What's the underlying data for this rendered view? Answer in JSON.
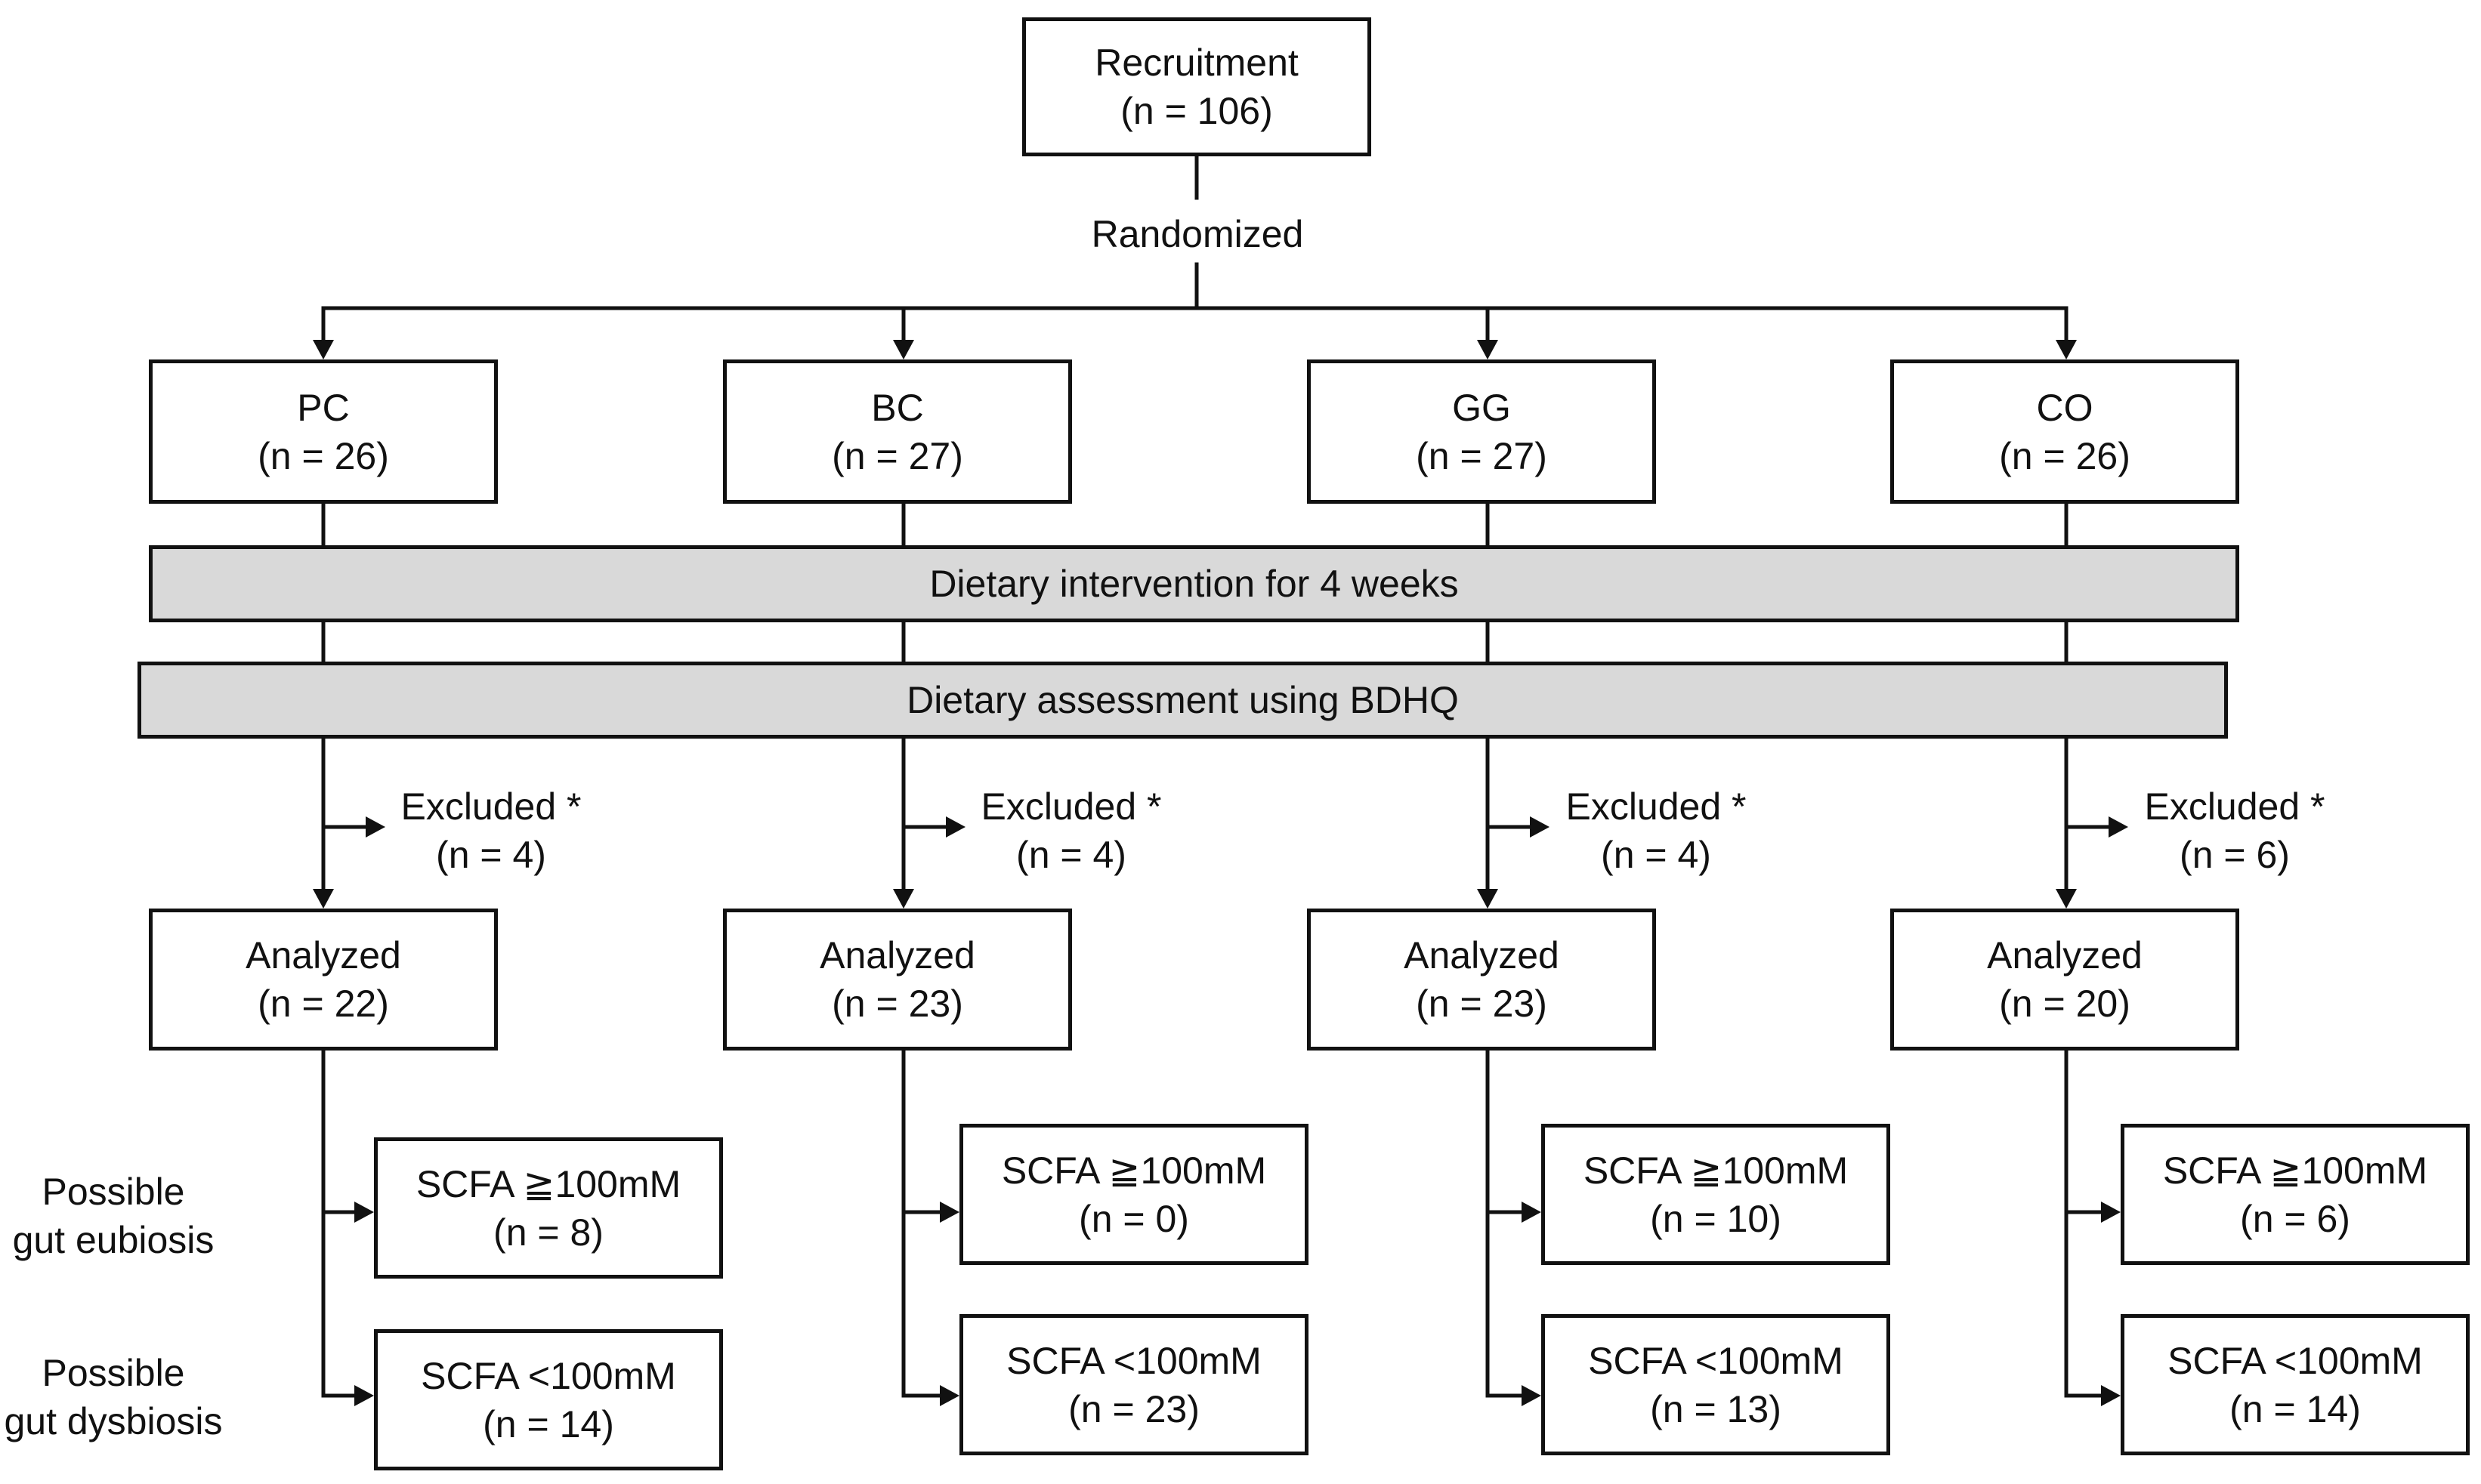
{
  "recruitment": {
    "title": "Recruitment",
    "n": "(n = 106)"
  },
  "randomized_label": "Randomized",
  "intervention_label": "Dietary intervention for 4 weeks",
  "assessment_label": "Dietary assessment using BDHQ",
  "row_labels": {
    "eubiosis": [
      "Possible",
      "gut eubiosis"
    ],
    "dysbiosis": [
      "Possible",
      "gut dysbiosis"
    ]
  },
  "groups": [
    {
      "name": "PC",
      "n": "(n = 26)",
      "excluded": "Excluded *",
      "excluded_n": "(n = 4)",
      "analyzed": "Analyzed",
      "analyzed_n": "(n = 22)",
      "high": "SCFA ≧100mM",
      "high_n": "(n = 8)",
      "low": "SCFA <100mM",
      "low_n": "(n = 14)"
    },
    {
      "name": "BC",
      "n": "(n = 27)",
      "excluded": "Excluded *",
      "excluded_n": "(n = 4)",
      "analyzed": "Analyzed",
      "analyzed_n": "(n = 23)",
      "high": "SCFA ≧100mM",
      "high_n": "(n = 0)",
      "low": "SCFA <100mM",
      "low_n": "(n = 23)"
    },
    {
      "name": "GG",
      "n": "(n = 27)",
      "excluded": "Excluded *",
      "excluded_n": "(n = 4)",
      "analyzed": "Analyzed",
      "analyzed_n": "(n = 23)",
      "high": "SCFA ≧100mM",
      "high_n": "(n = 10)",
      "low": "SCFA <100mM",
      "low_n": "(n = 13)"
    },
    {
      "name": "CO",
      "n": "(n = 26)",
      "excluded": "Excluded *",
      "excluded_n": "(n = 6)",
      "analyzed": "Analyzed",
      "analyzed_n": "(n = 20)",
      "high": "SCFA ≧100mM",
      "high_n": "(n = 6)",
      "low": "SCFA <100mM",
      "low_n": "(n = 14)"
    }
  ]
}
